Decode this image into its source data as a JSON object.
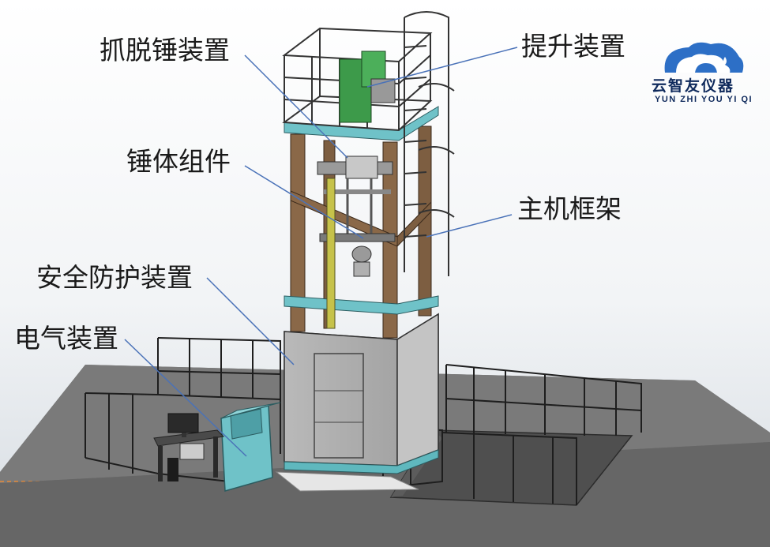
{
  "labels": {
    "grab_hammer": "抓脱锤装置",
    "lifting": "提升装置",
    "hammer_body": "锤体组件",
    "main_frame": "主机框架",
    "safety": "安全防护装置",
    "electrical": "电气装置"
  },
  "logo": {
    "name_cn": "云智友仪器",
    "name_en": "YUN ZHI YOU YI QI"
  },
  "colors": {
    "leader_line": "#4a72b8",
    "frame_brown": "#8a6848",
    "teal": "#6fc2c8",
    "ground": "#6a6a6a",
    "rail": "#222222",
    "logo_blue": "#2d6fc6",
    "logo_text": "#0f2a5c"
  }
}
